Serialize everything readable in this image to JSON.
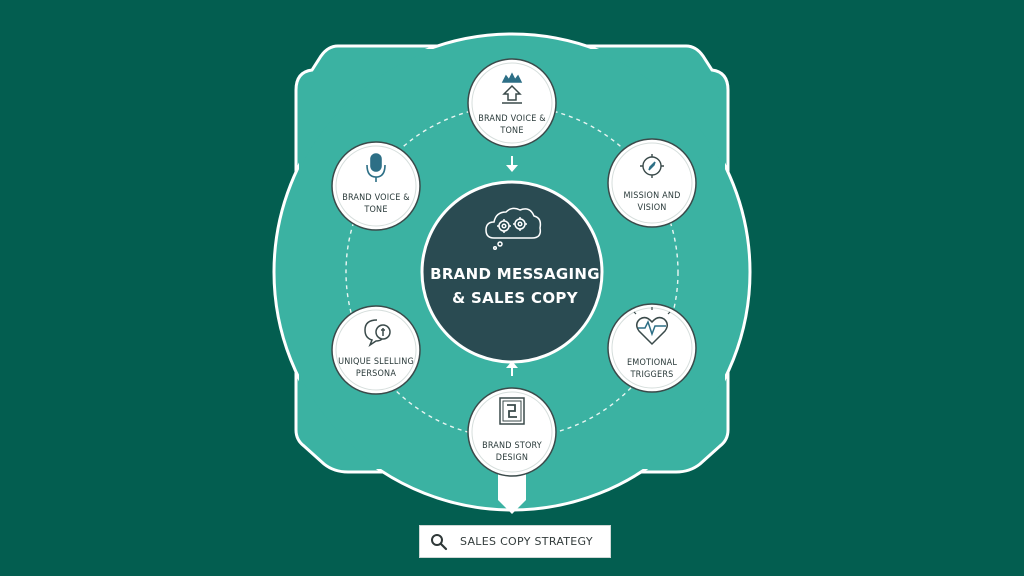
{
  "colors": {
    "background": "#035e50",
    "panel": "#3bb2a2",
    "panel_stroke": "#ffffff",
    "hub": "#2a4b52",
    "node_fill": "#ffffff",
    "node_ring": "#3a4a4a"
  },
  "hub": {
    "icon": "thought-bubble-gears-icon",
    "title": "BRAND MESSAGING & SALES COPY"
  },
  "nodes": [
    {
      "id": "top",
      "icon": "crown-upload-icon",
      "label": "BRAND VOICE & TONE"
    },
    {
      "id": "upper-left",
      "icon": "microphone-icon",
      "label": "BRAND VOICE & TONE"
    },
    {
      "id": "upper-right",
      "icon": "compass-icon",
      "label": "MISSION AND VISION"
    },
    {
      "id": "lower-left",
      "icon": "speech-bubble-coin-icon",
      "label": "UNIQUE SLELLING PERSONA"
    },
    {
      "id": "lower-right",
      "icon": "heart-pulse-icon",
      "label": "EMOTIONAL TRIGGERS"
    },
    {
      "id": "bottom",
      "icon": "story-frame-icon",
      "label": "BRAND STORY DESIGN"
    }
  ],
  "search": {
    "icon": "search-icon",
    "text": "SALES COPY STRATEGY"
  }
}
